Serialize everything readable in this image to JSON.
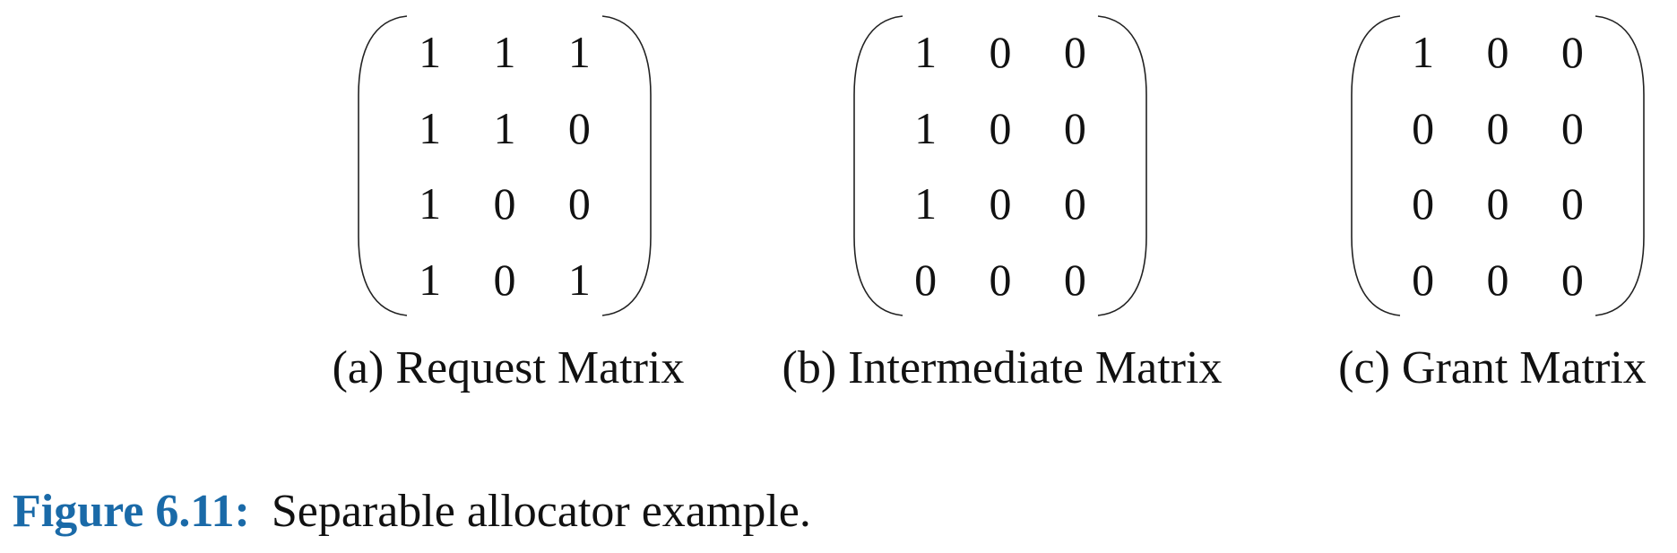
{
  "colors": {
    "figure_label": "#1a6aa8",
    "text": "#111111",
    "bracket": "#222222"
  },
  "panels": [
    {
      "caption": "(a) Request Matrix",
      "rows": [
        [
          "1",
          "1",
          "1"
        ],
        [
          "1",
          "1",
          "0"
        ],
        [
          "1",
          "0",
          "0"
        ],
        [
          "1",
          "0",
          "1"
        ]
      ]
    },
    {
      "caption": "(b) Intermediate Matrix",
      "rows": [
        [
          "1",
          "0",
          "0"
        ],
        [
          "1",
          "0",
          "0"
        ],
        [
          "1",
          "0",
          "0"
        ],
        [
          "0",
          "0",
          "0"
        ]
      ]
    },
    {
      "caption": "(c) Grant Matrix",
      "rows": [
        [
          "1",
          "0",
          "0"
        ],
        [
          "0",
          "0",
          "0"
        ],
        [
          "0",
          "0",
          "0"
        ],
        [
          "0",
          "0",
          "0"
        ]
      ]
    }
  ],
  "figure": {
    "label": "Figure 6.11:",
    "text": "Separable allocator example."
  }
}
